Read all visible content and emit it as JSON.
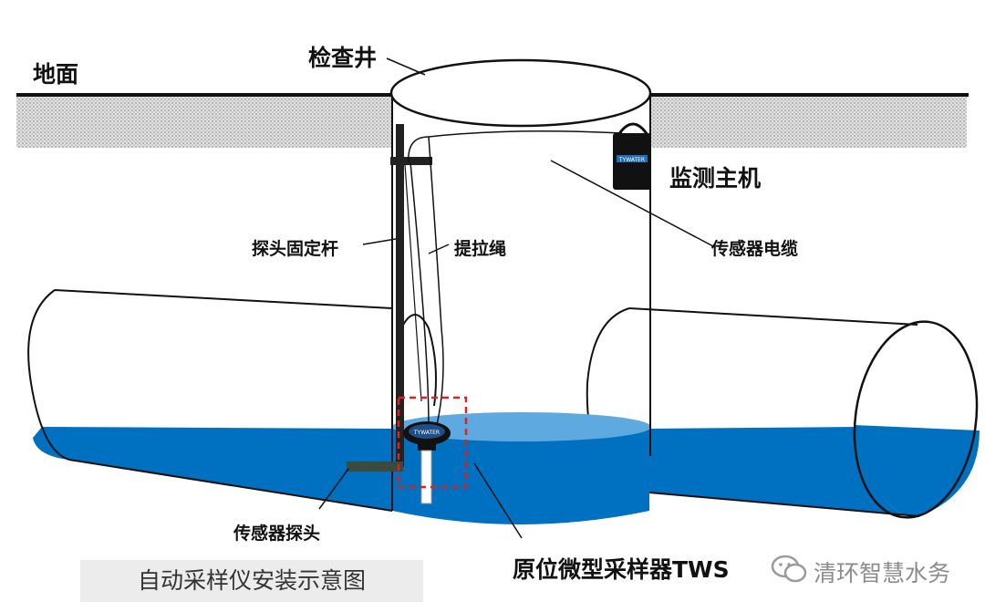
{
  "labels": {
    "ground": "地面",
    "inspection_well": "检查井",
    "monitor_host": "监测主机",
    "probe_rod": "探头固定杆",
    "pull_rope": "提拉绳",
    "sensor_cable": "传感器电缆",
    "sensor_probe": "传感器探头",
    "tws": "原位微型采样器TWS"
  },
  "caption": "自动采样仪安装示意图",
  "watermark": "清环智慧水务",
  "device_badge": "TYWATER",
  "colors": {
    "water": "#0070c0",
    "water_light": "#5ea9df",
    "ground_hatch": "#bdbdbd",
    "dashed_box": "#e02020"
  }
}
